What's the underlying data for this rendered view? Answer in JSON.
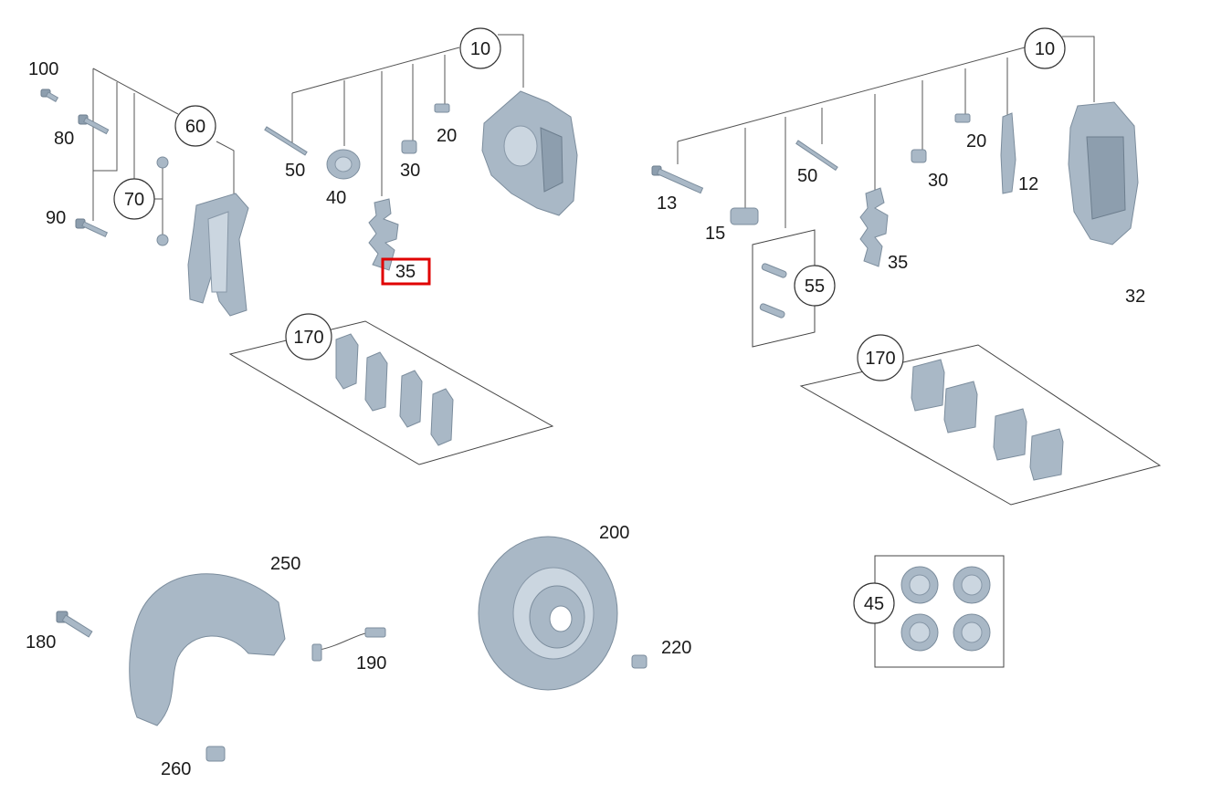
{
  "callouts": {
    "c10a": "10",
    "c10b": "10",
    "c60": "60",
    "c70": "70",
    "c170a": "170",
    "c170b": "170",
    "c55": "55",
    "c45": "45"
  },
  "labels": {
    "l100": "100",
    "l80": "80",
    "l90": "90",
    "l50a": "50",
    "l40": "40",
    "l30a": "30",
    "l20a": "20",
    "l35a": "35",
    "l13": "13",
    "l15": "15",
    "l50b": "50",
    "l30b": "30",
    "l20b": "20",
    "l12": "12",
    "l35b": "35",
    "l32": "32",
    "l250": "250",
    "l180": "180",
    "l190": "190",
    "l260": "260",
    "l200": "200",
    "l220": "220"
  },
  "highlight": {
    "label": "l35a",
    "color": "#e00000"
  },
  "colors": {
    "part": "#a9b8c6",
    "part_dark": "#8d9eae",
    "part_light": "#cbd6e0"
  }
}
